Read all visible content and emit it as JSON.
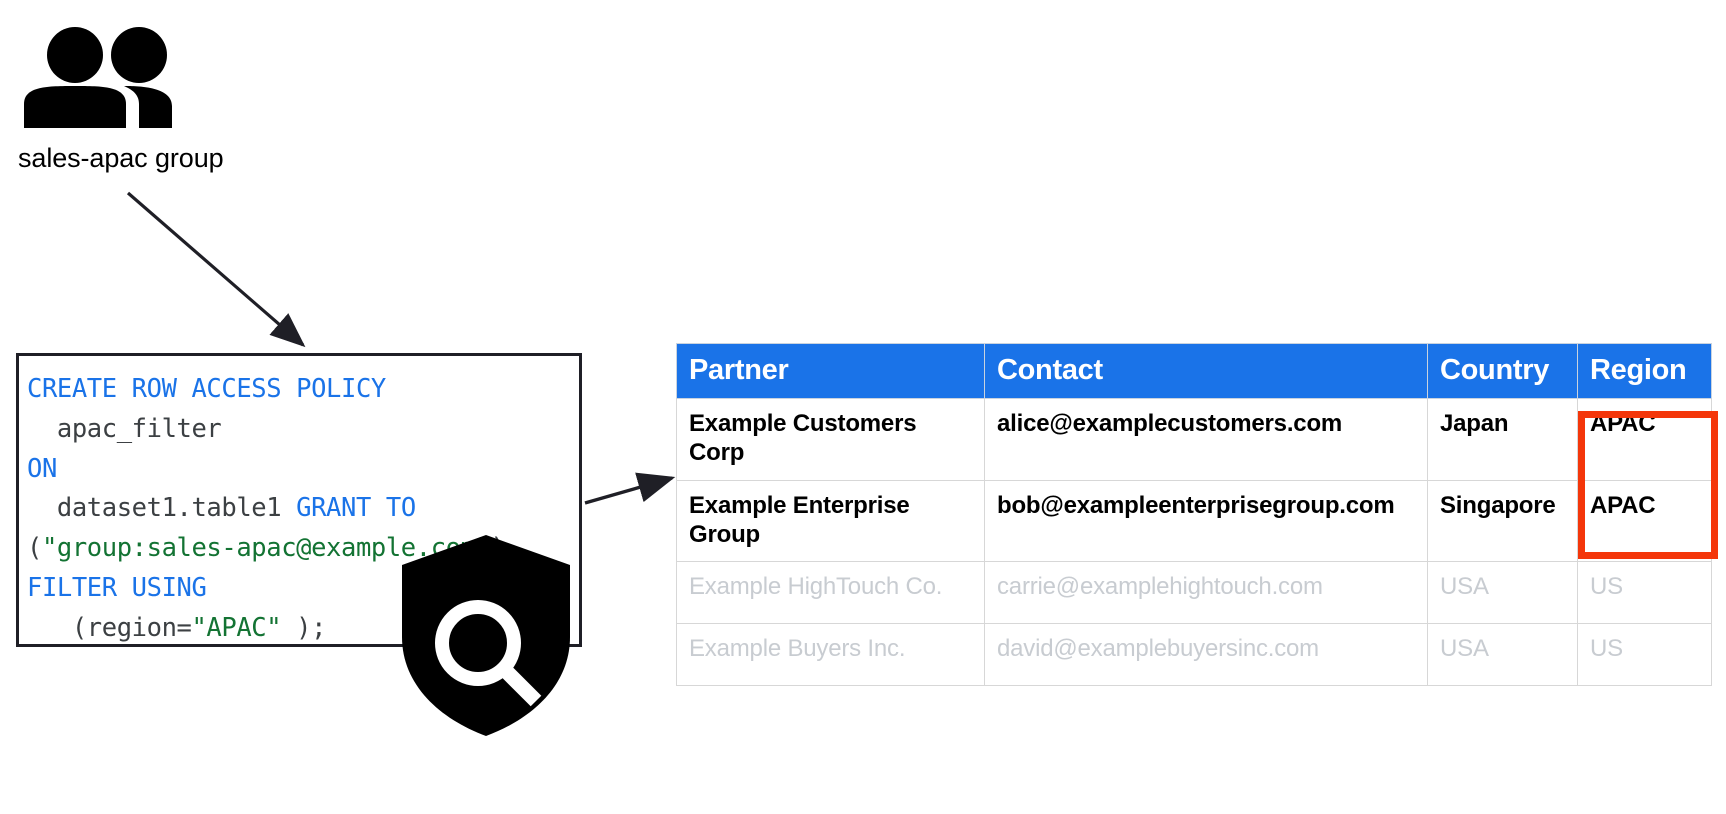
{
  "group": {
    "icon": "people-group-icon",
    "label": "sales-apac group"
  },
  "policy": {
    "icon": "shield-search-icon",
    "code_lines": [
      [
        {
          "t": "CREATE ROW ACCESS POLICY",
          "c": "kw"
        }
      ],
      [
        {
          "t": "  apac_filter",
          "c": "pln"
        }
      ],
      [
        {
          "t": "ON",
          "c": "kw"
        }
      ],
      [
        {
          "t": "  dataset1.table1 ",
          "c": "pln"
        },
        {
          "t": "GRANT TO",
          "c": "kw"
        }
      ],
      [
        {
          "t": "(",
          "c": "pln"
        },
        {
          "t": "\"group:sales-apac@example.com\"",
          "c": "str"
        },
        {
          "t": ")",
          "c": "pln"
        }
      ],
      [
        {
          "t": "FILTER USING",
          "c": "kw"
        }
      ],
      [
        {
          "t": "   (region=",
          "c": "pln"
        },
        {
          "t": "\"APAC\"",
          "c": "str"
        },
        {
          "t": " );",
          "c": "pln"
        }
      ]
    ],
    "code_plain": "CREATE ROW ACCESS POLICY\n  apac_filter\nON\n  dataset1.table1 GRANT TO\n(\"group:sales-apac@example.com\")\nFILTER USING\n   (region=\"APAC\" );"
  },
  "table": {
    "headers": [
      "Partner",
      "Contact",
      "Country",
      "Region"
    ],
    "rows": [
      {
        "visible": true,
        "cells": [
          "Example Customers Corp",
          "alice@examplecustomers.com",
          "Japan",
          "APAC"
        ]
      },
      {
        "visible": true,
        "cells": [
          "Example Enterprise Group",
          "bob@exampleenterprisegroup.com",
          "Singapore",
          "APAC"
        ]
      },
      {
        "visible": false,
        "cells": [
          "Example HighTouch Co.",
          "carrie@examplehightouch.com",
          "USA",
          "US"
        ]
      },
      {
        "visible": false,
        "cells": [
          "Example Buyers Inc.",
          "david@examplebuyersinc.com",
          "USA",
          "US"
        ]
      }
    ]
  },
  "colors": {
    "header_blue": "#1a73e8",
    "highlight_red": "#f4360a",
    "dimmed_text": "#c8ccd1",
    "keyword_blue": "#1a73e8",
    "string_green": "#137333",
    "code_text": "#3c4043",
    "box_border": "#1f1f26"
  }
}
